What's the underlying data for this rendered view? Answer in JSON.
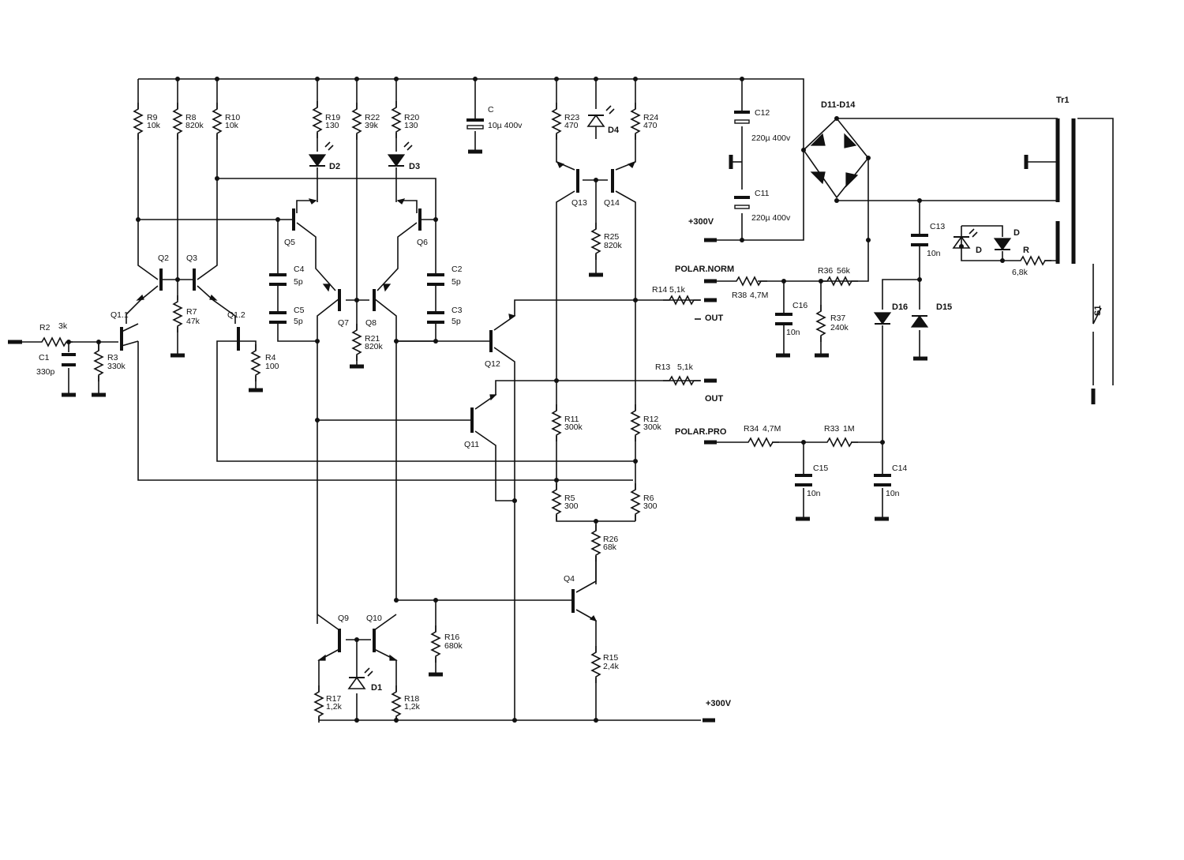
{
  "labels": {
    "R9": "R9",
    "R9v": "10k",
    "R8": "R8",
    "R8v": "820k",
    "R10": "R10",
    "R10v": "10k",
    "R19": "R19",
    "R19v": "130",
    "R22": "R22",
    "R22v": "39k",
    "R20": "R20",
    "R20v": "130",
    "C": "C",
    "Cv": "10µ 400v",
    "R23": "R23",
    "R23v": "470",
    "D4": "D4",
    "R24": "R24",
    "R24v": "470",
    "C12": "C12",
    "C12v": "220µ 400v",
    "C11": "C11",
    "C11v": "220µ 400v",
    "D11D14": "D11-D14",
    "Tr1": "Tr1",
    "D2": "D2",
    "D3": "D3",
    "Q13": "Q13",
    "Q14": "Q14",
    "R25": "R25",
    "R25v": "820k",
    "plus300top": "+300V",
    "C13": "C13",
    "C13v": "10n",
    "Dled": "D",
    "D": "D",
    "R": "R",
    "Rv": "6,8k",
    "Q5": "Q5",
    "Q6": "Q6",
    "Q2": "Q2",
    "Q3": "Q3",
    "C4": "C4",
    "C4v": "5p",
    "C2": "C2",
    "C2v": "5p",
    "C5": "C5",
    "C5v": "5p",
    "C3": "C3",
    "C3v": "5p",
    "R7": "R7",
    "R7v": "47k",
    "Q11a": "Q1.1",
    "Q12a": "Q1.2",
    "Q7": "Q7",
    "Q8": "Q8",
    "R21": "R21",
    "R21v": "820k",
    "polarNorm": "POLAR.NORM",
    "R38": "R38",
    "R38v": "4,7M",
    "R36": "R36",
    "R36v": "56k",
    "R14": "R14",
    "R14v": "5,1k",
    "OUT1": "OUT",
    "C16": "C16",
    "C16v": "10n",
    "R37": "R37",
    "R37v": "240k",
    "D16": "D16",
    "D15": "D15",
    "S1": "S1",
    "R2": "R2",
    "R2v": "3k",
    "C1": "C1",
    "C1v": "330p",
    "R3": "R3",
    "R3v": "330k",
    "R4": "R4",
    "R4v": "100",
    "Q12": "Q12",
    "R13": "R13",
    "R13v": "5,1k",
    "OUT2": "OUT",
    "R11": "R11",
    "R11v": "300k",
    "R12": "R12",
    "R12v": "300k",
    "Q11": "Q11",
    "polarPro": "POLAR.PRO",
    "R34": "R34",
    "R34v": "4,7M",
    "R33": "R33",
    "R33v": "1M",
    "C15": "C15",
    "C15v": "10n",
    "C14": "C14",
    "C14v": "10n",
    "R5": "R5",
    "R5v": "300",
    "R6": "R6",
    "R6v": "300",
    "R26": "R26",
    "R26v": "68k",
    "Q4": "Q4",
    "Q9": "Q9",
    "Q10": "Q10",
    "R16": "R16",
    "R16v": "680k",
    "D1": "D1",
    "R15": "R15",
    "R15v": "2,4k",
    "R17": "R17",
    "R17v": "1,2k",
    "R18": "R18",
    "R18v": "1,2k",
    "plus300bot": "+300V"
  }
}
